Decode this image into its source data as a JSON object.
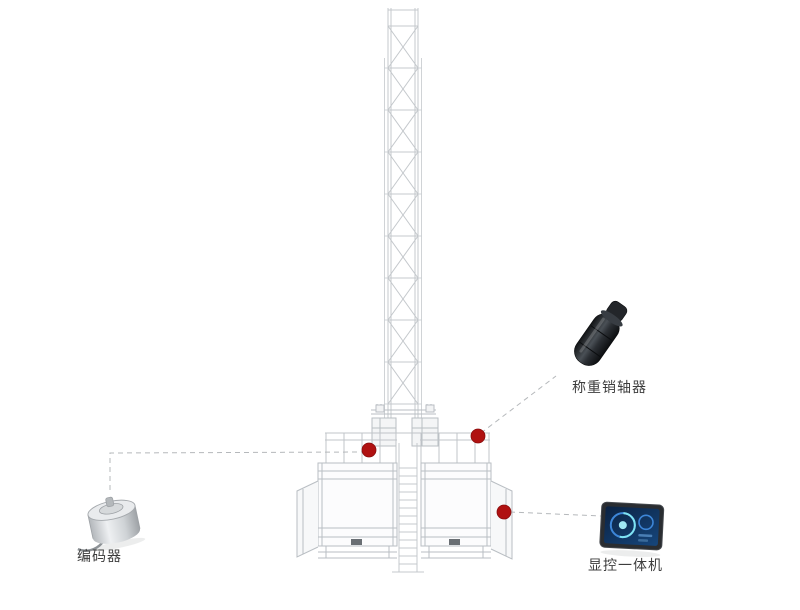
{
  "diagram": {
    "background": "#ffffff",
    "callouts": {
      "encoder": {
        "label": "编码器"
      },
      "load_pin": {
        "label": "称重销轴器"
      },
      "display": {
        "label": "显控一体机"
      }
    },
    "colors": {
      "marker_red": "#b01111",
      "leader_gray": "#b5b8bb",
      "structure_gray": "#c4c8cc",
      "label_text": "#3d3d3d"
    }
  }
}
